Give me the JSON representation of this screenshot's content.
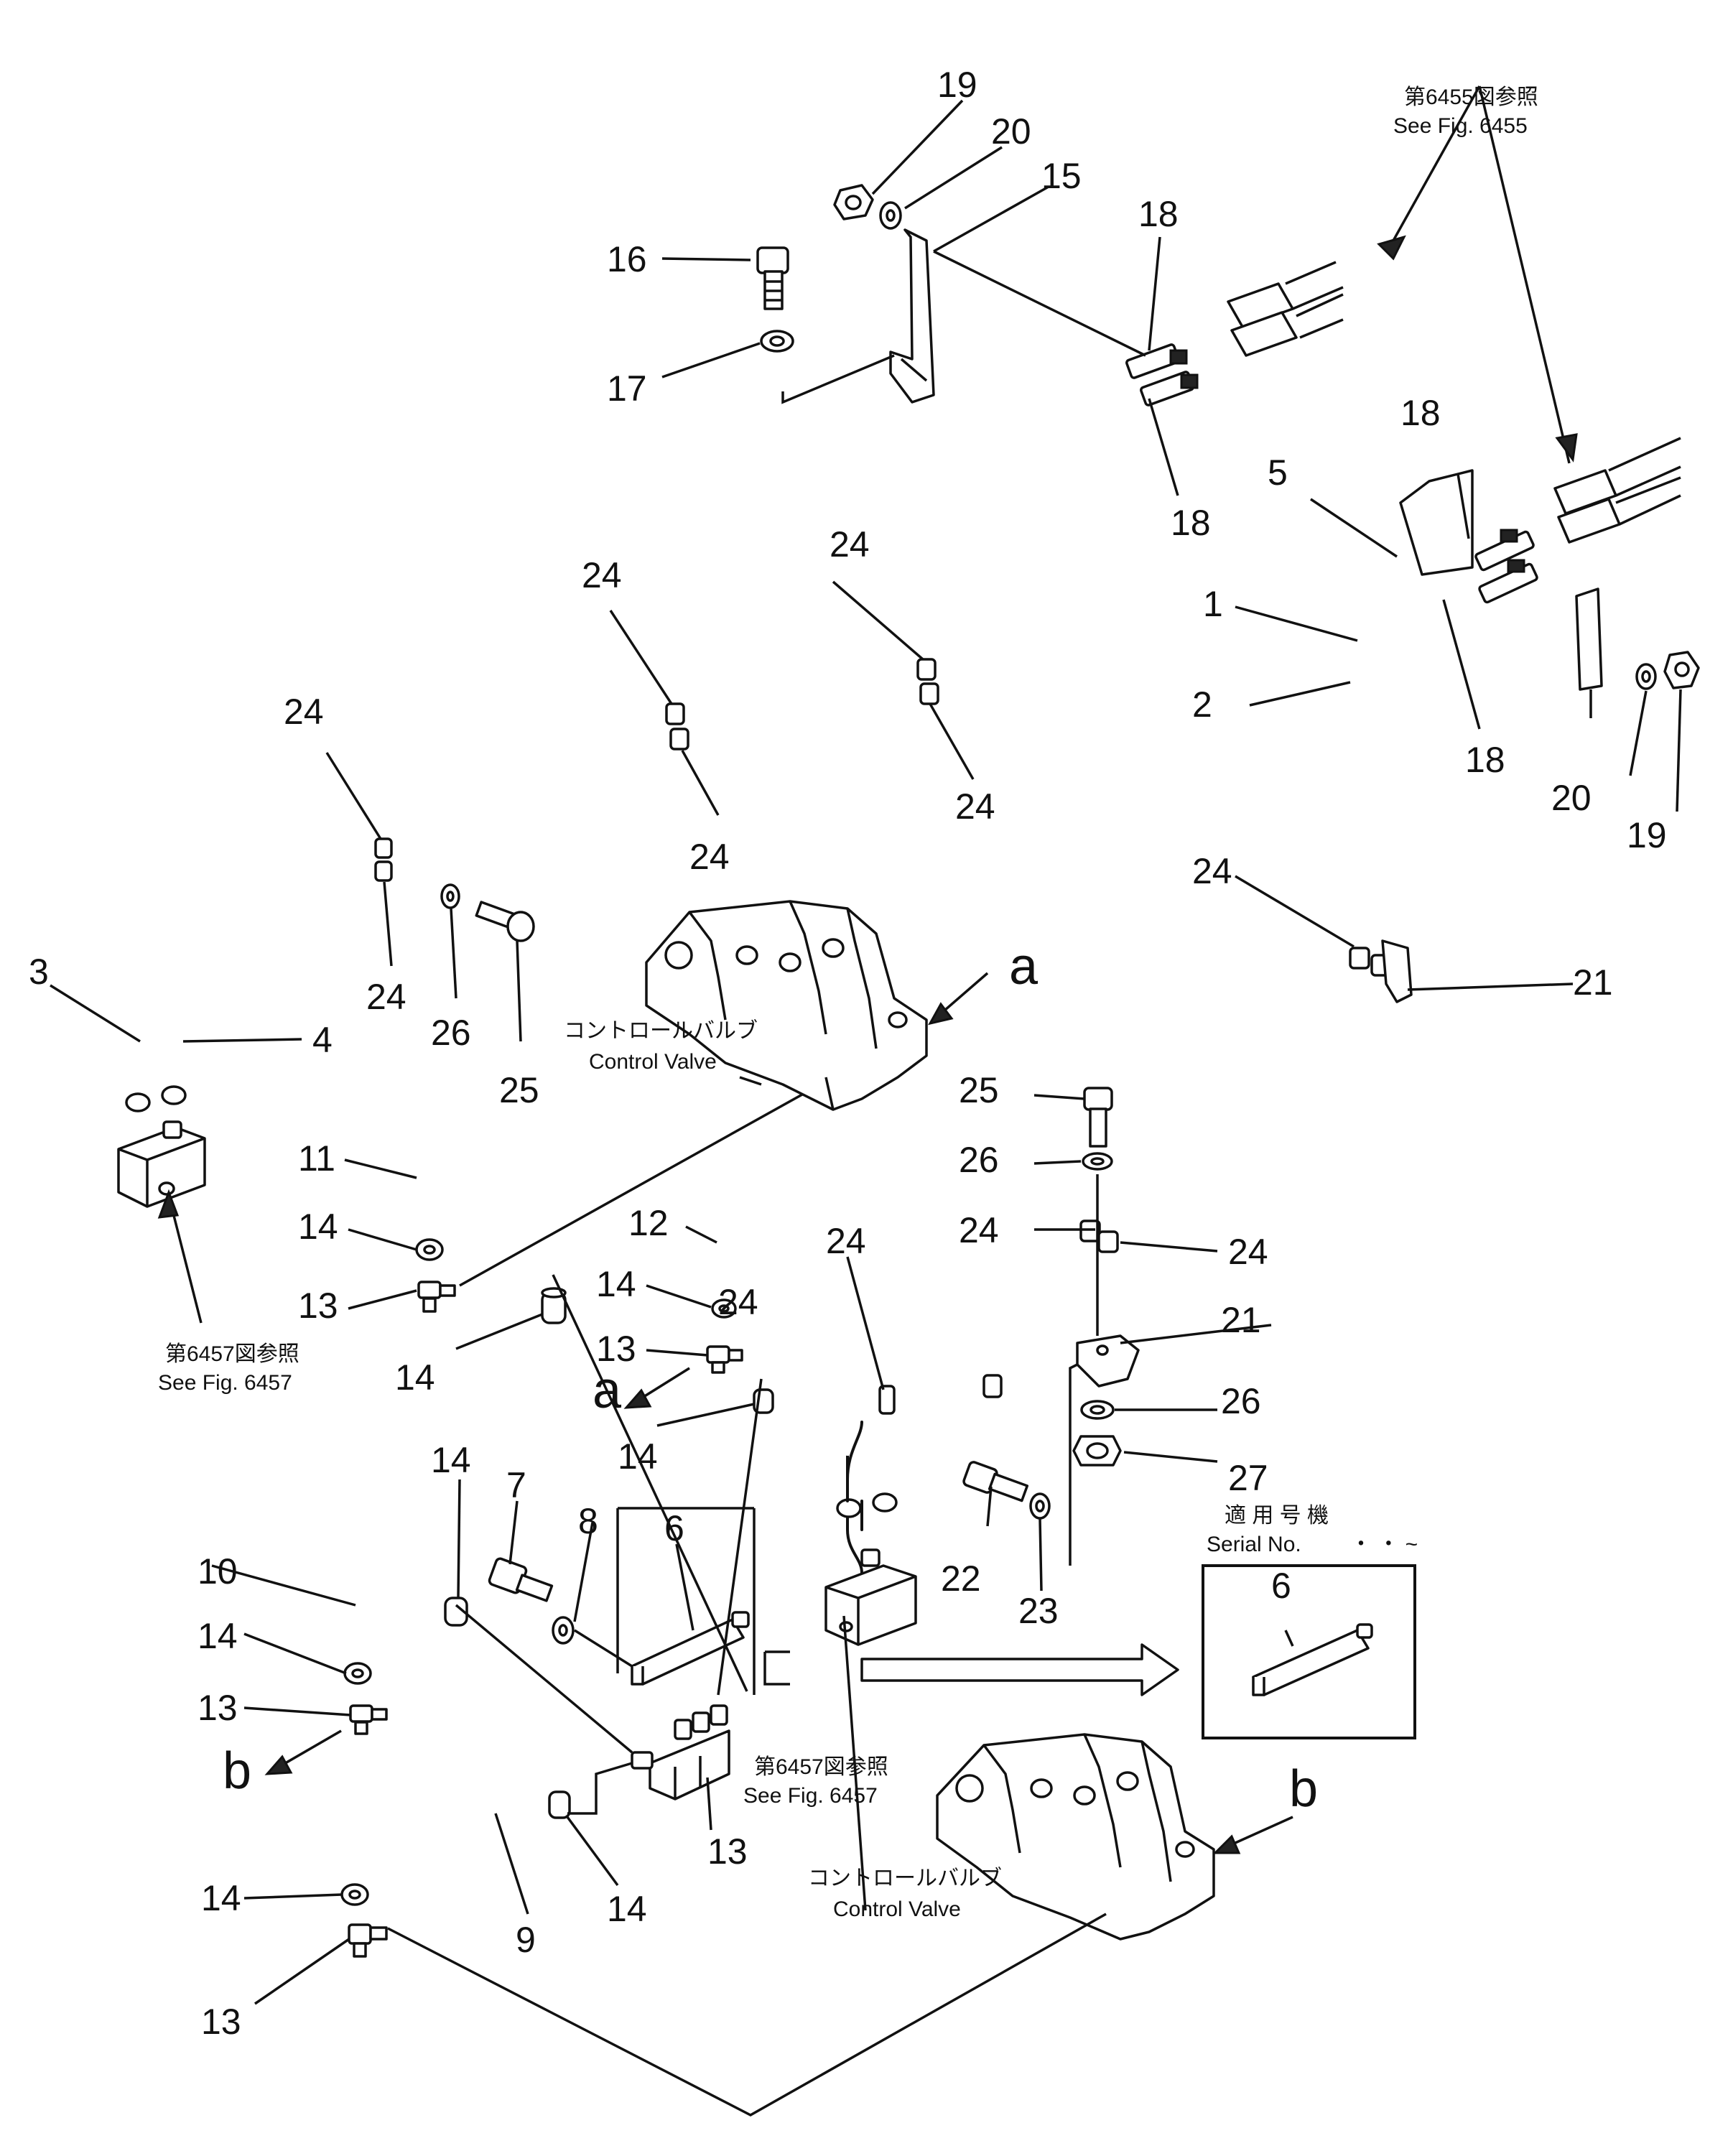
{
  "figure": {
    "callouts": [
      {
        "id": "c19a",
        "text": "19"
      },
      {
        "id": "c20a",
        "text": "20"
      },
      {
        "id": "c15",
        "text": "15"
      },
      {
        "id": "c16",
        "text": "16"
      },
      {
        "id": "c17",
        "text": "17"
      },
      {
        "id": "c18a",
        "text": "18"
      },
      {
        "id": "c18b",
        "text": "18"
      },
      {
        "id": "c18c",
        "text": "18"
      },
      {
        "id": "c18d",
        "text": "18"
      },
      {
        "id": "c5",
        "text": "5"
      },
      {
        "id": "c1",
        "text": "1"
      },
      {
        "id": "c2",
        "text": "2"
      },
      {
        "id": "c20b",
        "text": "20"
      },
      {
        "id": "c19b",
        "text": "19"
      },
      {
        "id": "c24a",
        "text": "24"
      },
      {
        "id": "c24b",
        "text": "24"
      },
      {
        "id": "c24c",
        "text": "24"
      },
      {
        "id": "c24d",
        "text": "24"
      },
      {
        "id": "c24e",
        "text": "24"
      },
      {
        "id": "c24f",
        "text": "24"
      },
      {
        "id": "c24g",
        "text": "24"
      },
      {
        "id": "c24h",
        "text": "24"
      },
      {
        "id": "c24i",
        "text": "24"
      },
      {
        "id": "c24j",
        "text": "24"
      },
      {
        "id": "c24k",
        "text": "24"
      },
      {
        "id": "c3",
        "text": "3"
      },
      {
        "id": "c4",
        "text": "4"
      },
      {
        "id": "c26a",
        "text": "26"
      },
      {
        "id": "c25a",
        "text": "25"
      },
      {
        "id": "c21a",
        "text": "21"
      },
      {
        "id": "c25b",
        "text": "25"
      },
      {
        "id": "c26b",
        "text": "26"
      },
      {
        "id": "c21b",
        "text": "21"
      },
      {
        "id": "c26c",
        "text": "26"
      },
      {
        "id": "c27",
        "text": "27"
      },
      {
        "id": "c11",
        "text": "11"
      },
      {
        "id": "c14a",
        "text": "14"
      },
      {
        "id": "c13a",
        "text": "13"
      },
      {
        "id": "c14b",
        "text": "14"
      },
      {
        "id": "c12",
        "text": "12"
      },
      {
        "id": "c14c",
        "text": "14"
      },
      {
        "id": "c13b",
        "text": "13"
      },
      {
        "id": "c14d",
        "text": "14"
      },
      {
        "id": "c14e",
        "text": "14"
      },
      {
        "id": "c7",
        "text": "7"
      },
      {
        "id": "c8",
        "text": "8"
      },
      {
        "id": "c6a",
        "text": "6"
      },
      {
        "id": "c10",
        "text": "10"
      },
      {
        "id": "c14f",
        "text": "14"
      },
      {
        "id": "c13c",
        "text": "13"
      },
      {
        "id": "c13d",
        "text": "13"
      },
      {
        "id": "c22",
        "text": "22"
      },
      {
        "id": "c23",
        "text": "23"
      },
      {
        "id": "c6b",
        "text": "6"
      },
      {
        "id": "c14g",
        "text": "14"
      },
      {
        "id": "c14h",
        "text": "14"
      },
      {
        "id": "c9",
        "text": "9"
      },
      {
        "id": "c13e",
        "text": "13"
      }
    ],
    "view_markers": [
      {
        "id": "ma1",
        "text": "a"
      },
      {
        "id": "ma2",
        "text": "a"
      },
      {
        "id": "mb1",
        "text": "b"
      },
      {
        "id": "mb2",
        "text": "b"
      }
    ],
    "notes": {
      "see_6455_jp": "第6455図参照",
      "see_6455_en": "See Fig. 6455",
      "see_6457a_jp": "第6457図参照",
      "see_6457a_en": "See Fig. 6457",
      "see_6457b_jp": "第6457図参照",
      "see_6457b_en": "See Fig. 6457",
      "cv1_jp": "コントロールバルブ",
      "cv1_en": "Control Valve",
      "cv2_jp": "コントロールバルブ",
      "cv2_en": "Control Valve",
      "serial_jp": "適 用 号 機",
      "serial_en": "Serial No.",
      "serial_range": "・ ・ ~"
    }
  }
}
